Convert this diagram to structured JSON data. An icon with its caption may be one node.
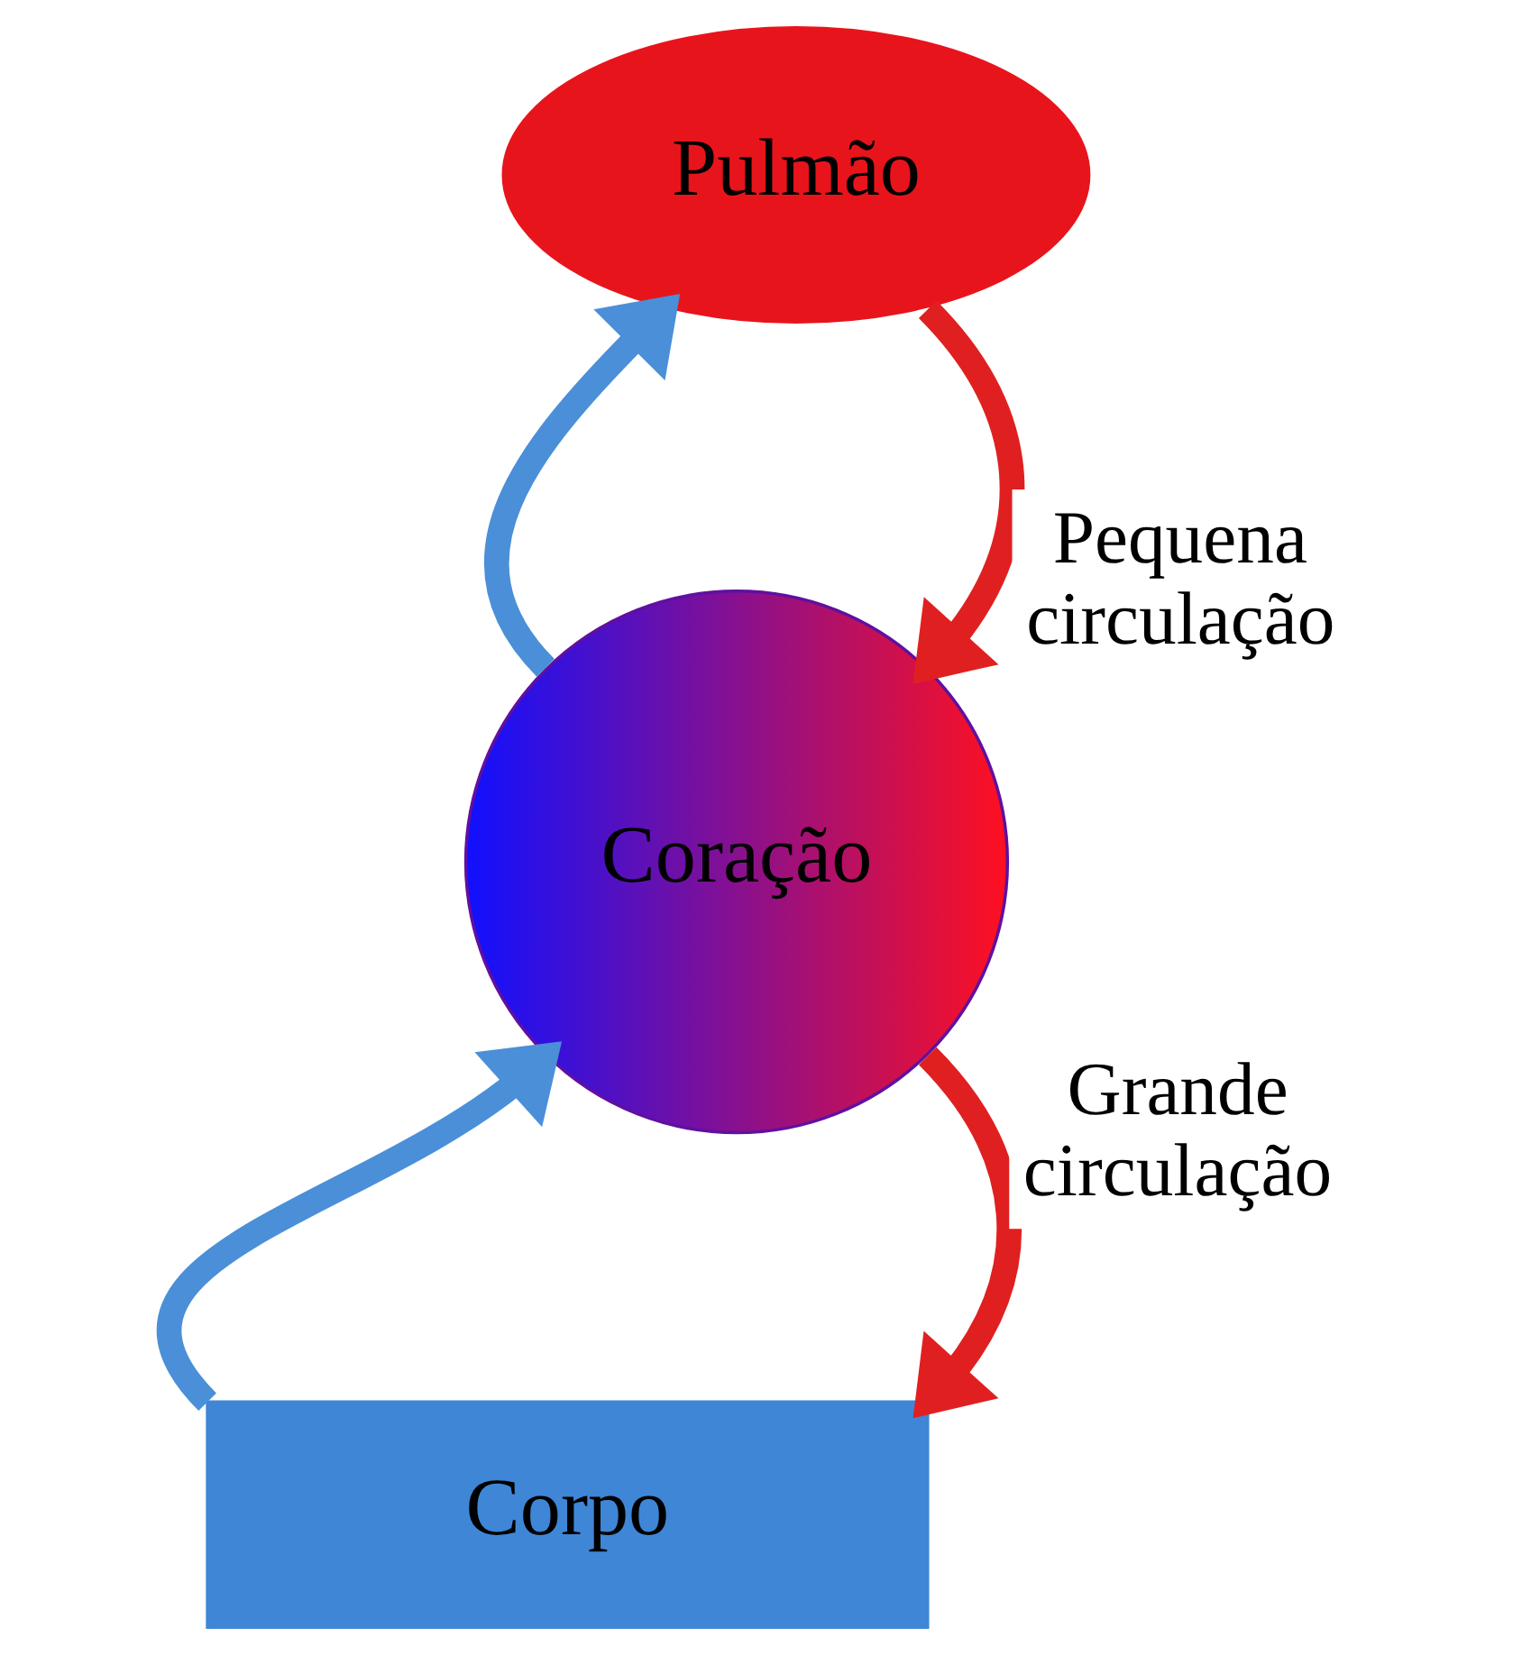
{
  "diagram": {
    "nodes": [
      {
        "text": [
          "Pulmão"
        ]
      },
      {
        "text": [
          "Coração"
        ]
      },
      {
        "text": [
          "Corpo"
        ]
      }
    ],
    "edges": [
      {
        "from": 1,
        "to": 0,
        "arrow": "to",
        "color": "#4a8fd8"
      },
      {
        "from": 0,
        "to": 1,
        "arrow": "to",
        "label": "Pequena circulação",
        "color": "#e02020"
      },
      {
        "from": 1,
        "to": 2,
        "arrow": "to",
        "label": "Grande circulação",
        "color": "#e02020"
      },
      {
        "from": 2,
        "to": 1,
        "arrow": "to",
        "color": "#4a8fd8"
      }
    ]
  }
}
